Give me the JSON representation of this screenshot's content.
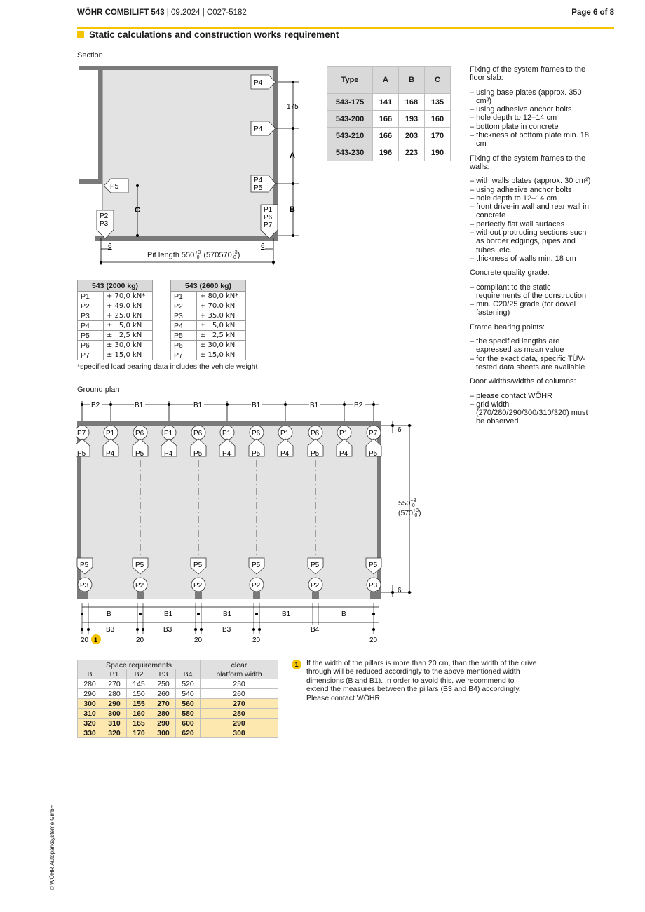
{
  "header": {
    "brand": "WÖHR COMBILIFT 543",
    "meta": " | 09.2024 | C027-5182",
    "page": "Page 6 of 8"
  },
  "section_title": "Static calculations and construction works requirement",
  "section_label": "Section",
  "ground_plan_label": "Ground plan",
  "pit_length": {
    "prefix": "Pit length 550",
    "tol_up": "+3",
    "tol_down": "-0",
    "alt": "(570",
    "alt_close": ")"
  },
  "type_table": {
    "headers": [
      "Type",
      "A",
      "B",
      "C"
    ],
    "rows": [
      [
        "543-175",
        "141",
        "168",
        "135"
      ],
      [
        "543-200",
        "166",
        "193",
        "160"
      ],
      [
        "543-210",
        "166",
        "203",
        "170"
      ],
      [
        "543-230",
        "196",
        "223",
        "190"
      ]
    ]
  },
  "load_2000": {
    "title": "543 (2000 kg)",
    "rows": [
      [
        "P1",
        "+ 70,0 kN*"
      ],
      [
        "P2",
        "+ 49,0 kN"
      ],
      [
        "P3",
        "+ 25,0 kN"
      ],
      [
        "P4",
        "±   5,0 kN"
      ],
      [
        "P5",
        "±   2,5 kN"
      ],
      [
        "P6",
        "± 30,0 kN"
      ],
      [
        "P7",
        "± 15,0 kN"
      ]
    ]
  },
  "load_2600": {
    "title": "543 (2600 kg)",
    "rows": [
      [
        "P1",
        "+ 80,0 kN*"
      ],
      [
        "P2",
        "+ 70,0 kN"
      ],
      [
        "P3",
        "+ 35,0 kN"
      ],
      [
        "P4",
        "±   5,0 kN"
      ],
      [
        "P5",
        "±   2,5 kN"
      ],
      [
        "P6",
        "± 30,0 kN"
      ],
      [
        "P7",
        "± 15,0 kN"
      ]
    ]
  },
  "load_footnote": "*specified load bearing data includes the vehicle weight",
  "notes": [
    {
      "title": "Fixing of the system frames to the floor slab:",
      "items": [
        "– using base plates (approx. 350 cm²)",
        "– using adhesive anchor bolts",
        "– hole depth to 12–14 cm",
        "– bottom plate in concrete",
        "– thickness of bottom plate min. 18 cm"
      ]
    },
    {
      "title": "Fixing of the system frames to the walls:",
      "items": [
        "– with walls plates (approx. 30 cm²)",
        "– using adhesive anchor bolts",
        "– hole depth to 12–14 cm",
        "– front drive-in wall and rear wall in concrete",
        "– perfectly flat wall surfaces",
        "– without protruding sections such as border edgings, pipes and tubes, etc.",
        "– thickness of walls min. 18 cm"
      ]
    },
    {
      "title": "Concrete quality grade:",
      "items": [
        "– compliant to the static requirements of the construction",
        "– min. C20/25 grade (for dowel fastening)"
      ]
    },
    {
      "title": "Frame bearing points:",
      "items": [
        "– the specified lengths are expressed as mean value",
        "– for the exact data, specific TÜV-tested data sheets are available"
      ]
    },
    {
      "title": "Door widths/widths of columns:",
      "items": [
        "– please contact WÖHR",
        "– grid width (270/280/290/300/310/320) must be observed"
      ]
    }
  ],
  "section_diagram": {
    "labels": {
      "p4": "P4",
      "p5": "P5",
      "p4p5a": "P4",
      "p4p5b": "P5",
      "p2": "P2",
      "p3": "P3",
      "p1": "P1",
      "p6": "P6",
      "p7": "P7",
      "c": "C",
      "a": "A",
      "b": "B",
      "d175": "175",
      "d6a": "6",
      "d6b": "6"
    }
  },
  "ground_plan": {
    "top_dims": [
      "B2",
      "B1",
      "B1",
      "B1",
      "B1",
      "B2"
    ],
    "top_circles": [
      "P7",
      "P1",
      "P6",
      "P1",
      "P6",
      "P1",
      "P6",
      "P1",
      "P6",
      "P1",
      "P7"
    ],
    "top_pents": [
      "P5",
      "P4",
      "P5",
      "P4",
      "P5",
      "P4",
      "P5",
      "P4",
      "P5",
      "P4",
      "P5"
    ],
    "bottom_pents": [
      "P5",
      "P5",
      "P5",
      "P5",
      "P5",
      "P5"
    ],
    "bottom_circles": [
      "P3",
      "P2",
      "P2",
      "P2",
      "P2",
      "P3"
    ],
    "dim_row1": [
      "B",
      "B1",
      "B1",
      "B1",
      "B"
    ],
    "dim_row2": [
      "B3",
      "B3",
      "B3",
      "B4"
    ],
    "dim_row3": [
      "20",
      "20",
      "20",
      "20",
      "20"
    ],
    "right_dim": "550",
    "right_tol_up": "+3",
    "right_tol_down": "-0",
    "right_alt": "(570",
    "right_alt_close": ")",
    "d6top": "6",
    "d6bot": "6",
    "marker": "1"
  },
  "space_table": {
    "group_header": "Space requirements",
    "clear_header_1": "clear",
    "clear_header_2": "platform width",
    "cols": [
      "B",
      "B1",
      "B2",
      "B3",
      "B4"
    ],
    "rows": [
      [
        "280",
        "270",
        "145",
        "250",
        "520",
        "250"
      ],
      [
        "290",
        "280",
        "150",
        "260",
        "540",
        "260"
      ],
      [
        "300",
        "290",
        "155",
        "270",
        "560",
        "270"
      ],
      [
        "310",
        "300",
        "160",
        "280",
        "580",
        "280"
      ],
      [
        "320",
        "310",
        "165",
        "290",
        "600",
        "290"
      ],
      [
        "330",
        "320",
        "170",
        "300",
        "620",
        "300"
      ]
    ]
  },
  "footnote": {
    "marker": "1",
    "text": "If the width of the pillars is more than 20 cm, than the width of the drive through will be reduced accordingly to the above mentioned width dimensions (B and B1). In order to avoid this, we recommend to extend the measures between the pillars (B3 and B4) accordingly. Please contact WÖHR."
  },
  "copyright": "© WÖHR Autoparksysteme GmbH",
  "colors": {
    "accent": "#f5c400",
    "highlight": "#fde8b0",
    "wall": "#7a7a7a",
    "floor": "#e3e3e3"
  }
}
